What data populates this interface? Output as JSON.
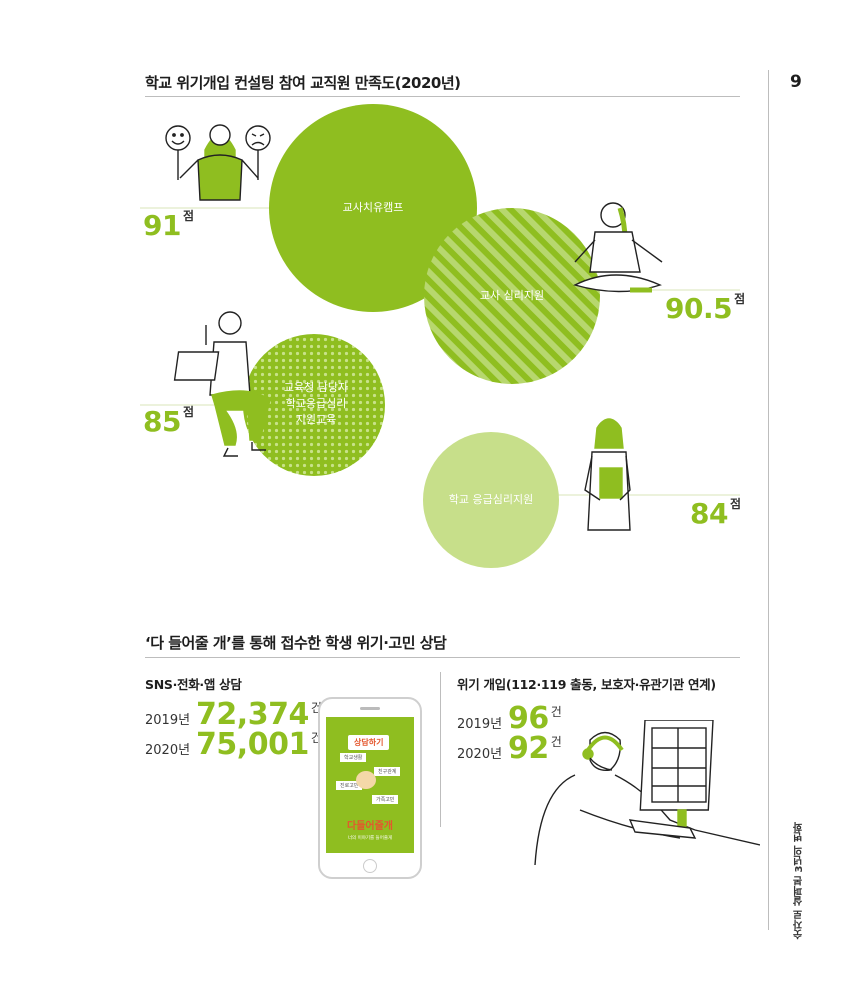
{
  "page": {
    "number": "9",
    "sidebar": "숫자로 살펴본 3년의 변화"
  },
  "satisfaction": {
    "title": "학교 위기개입 컨설팅 참여 교직원 만족도(2020년)",
    "score_unit": "점",
    "items": [
      {
        "label": "교사치유캠프",
        "score": "91"
      },
      {
        "label": "교사 심리지원",
        "score": "90.5"
      },
      {
        "label_lines": [
          "교육청 담당자",
          "학교응급심리",
          "지원교육"
        ],
        "score": "85"
      },
      {
        "label": "학교 응급심리지원",
        "score": "84"
      }
    ]
  },
  "consultation": {
    "title": "‘다 들어줄 개’를 통해 접수한 학생 위기·고민 상담",
    "sns": {
      "heading": "SNS·전화·앱 상담",
      "unit": "건",
      "rows": [
        {
          "year": "2019년",
          "value": "72,374"
        },
        {
          "year": "2020년",
          "value": "75,001"
        }
      ]
    },
    "crisis": {
      "heading": "위기 개입(112·119 출동, 보호자·유관기관 연계)",
      "unit": "건",
      "rows": [
        {
          "year": "2019년",
          "value": "96"
        },
        {
          "year": "2020년",
          "value": "92"
        }
      ]
    },
    "phone_screen": {
      "sign_top": "상담하기",
      "sign_items": [
        "학교생활",
        "친구관계",
        "진로고민",
        "가족고민"
      ],
      "app_name": "다들어줄개",
      "caption": "너의 이야기를 들어줄게"
    }
  },
  "colors": {
    "accent": "#8fbe20",
    "stripe_light": "#bcd97a",
    "pale": "#c7df8a",
    "text": "#1e1e1e"
  }
}
